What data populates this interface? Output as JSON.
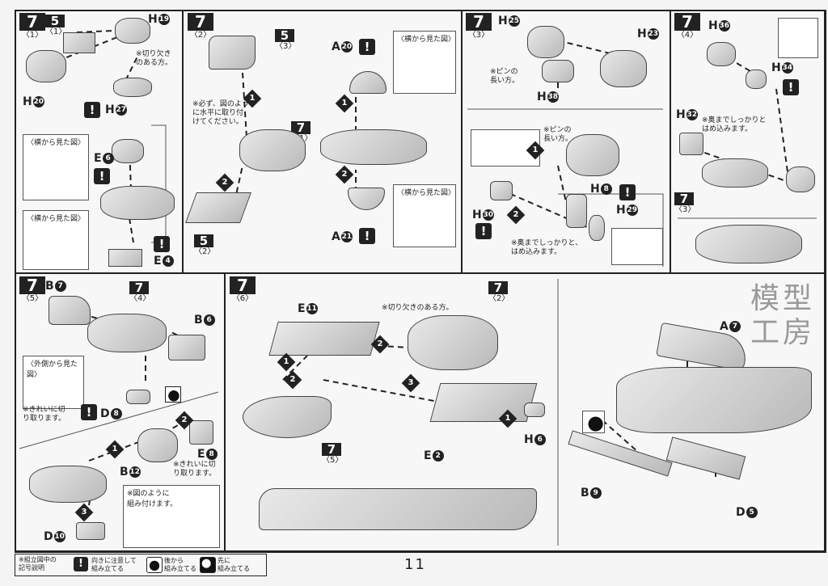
{
  "page_number": "11",
  "watermark": [
    "模",
    "型",
    "工",
    "房"
  ],
  "steps": {
    "s1": {
      "num": "7",
      "sub": "〈1〉"
    },
    "s2": {
      "num": "7",
      "sub": "〈2〉"
    },
    "s3": {
      "num": "7",
      "sub": "〈3〉"
    },
    "s4": {
      "num": "7",
      "sub": "〈4〉"
    },
    "s5": {
      "num": "7",
      "sub": "〈5〉"
    },
    "s6": {
      "num": "7",
      "sub": "〈6〉"
    }
  },
  "refs": {
    "r1": {
      "num": "5",
      "sub": "〈1〉"
    },
    "r2": {
      "num": "5",
      "sub": "〈3〉"
    },
    "r3": {
      "num": "7",
      "sub": "〈1〉"
    },
    "r4": {
      "num": "5",
      "sub": "〈2〉"
    },
    "r5": {
      "num": "7",
      "sub": "〈3〉"
    },
    "r6": {
      "num": "7",
      "sub": "〈4〉"
    },
    "r7": {
      "num": "7",
      "sub": "〈2〉"
    },
    "r8": {
      "num": "7",
      "sub": "〈5〉"
    }
  },
  "labels": {
    "h19": {
      "t": "H",
      "n": "19"
    },
    "h20": {
      "t": "H",
      "n": "20"
    },
    "h27": {
      "t": "H",
      "n": "27"
    },
    "e6": {
      "t": "E",
      "n": "6"
    },
    "e4": {
      "t": "E",
      "n": "4"
    },
    "a20": {
      "t": "A",
      "n": "20"
    },
    "a21": {
      "t": "A",
      "n": "21"
    },
    "h25": {
      "t": "H",
      "n": "25"
    },
    "h23": {
      "t": "H",
      "n": "23"
    },
    "h38": {
      "t": "H",
      "n": "38"
    },
    "h8": {
      "t": "H",
      "n": "8"
    },
    "h29": {
      "t": "H",
      "n": "29"
    },
    "h30": {
      "t": "H",
      "n": "30"
    },
    "h36": {
      "t": "H",
      "n": "36"
    },
    "h34": {
      "t": "H",
      "n": "34"
    },
    "h32": {
      "t": "H",
      "n": "32"
    },
    "b7": {
      "t": "B",
      "n": "7"
    },
    "b6": {
      "t": "B",
      "n": "6"
    },
    "d8": {
      "t": "D",
      "n": "8"
    },
    "b12": {
      "t": "B",
      "n": "12"
    },
    "e8": {
      "t": "E",
      "n": "8"
    },
    "d10": {
      "t": "D",
      "n": "10"
    },
    "e11": {
      "t": "E",
      "n": "11"
    },
    "e2": {
      "t": "E",
      "n": "2"
    },
    "h6": {
      "t": "H",
      "n": "6"
    },
    "a7": {
      "t": "A",
      "n": "7"
    },
    "b9": {
      "t": "B",
      "n": "9"
    },
    "d5": {
      "t": "D",
      "n": "5"
    }
  },
  "notes": {
    "notch_side": "※切り欠き\nのある方。",
    "notch_side2": "※切り欠きのある方。",
    "side_view": "〈横から見た図〉",
    "outer_view": "〈外側から見た図〉",
    "horizontal": "※必ず、図のよう\nに水平に取り付\nけてください。",
    "long_pin": "※ピンの\n長い方。",
    "press_in": "※奥までしっかりと\nはめ込みます。",
    "press_in2": "※奥までしっかりと、\nはめ込みます。",
    "cut_clean": "※きれいに切\nり取ります。",
    "assemble_like": "※図のように\n組み付けます。"
  },
  "legend": {
    "title": "※組立図中の\n記号説明",
    "warn_glyph": "!",
    "warn_text": "向きに注意して\n組み立てる",
    "back_text": "後から\n組み立てる",
    "first_text": "先に\n組み立てる"
  },
  "arrow_nums": [
    "1",
    "2",
    "3"
  ]
}
